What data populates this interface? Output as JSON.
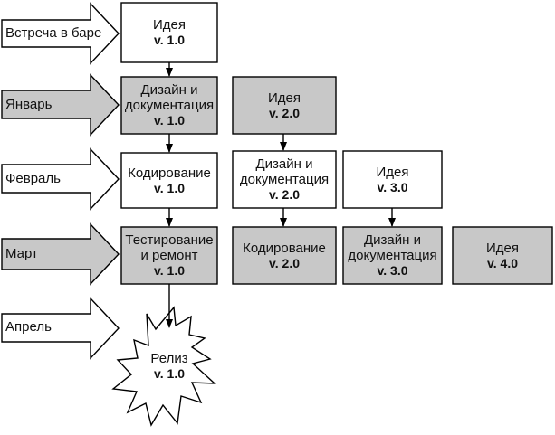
{
  "months": [
    {
      "label": "Встреча в баре",
      "shaded": false
    },
    {
      "label": "Январь",
      "shaded": true
    },
    {
      "label": "Февраль",
      "shaded": false
    },
    {
      "label": "Март",
      "shaded": true
    },
    {
      "label": "Апрель",
      "shaded": false
    }
  ],
  "boxes": {
    "idea_v1": {
      "title": "Идея",
      "version": "v. 1.0"
    },
    "design_v1": {
      "title1": "Дизайн и",
      "title2": "документация",
      "version": "v. 1.0"
    },
    "code_v1": {
      "title": "Кодирование",
      "version": "v. 1.0"
    },
    "test_v1": {
      "title1": "Тестирование",
      "title2": "и ремонт",
      "version": "v. 1.0"
    },
    "idea_v2": {
      "title": "Идея",
      "version": "v. 2.0"
    },
    "design_v2": {
      "title1": "Дизайн и",
      "title2": "документация",
      "version": "v. 2.0"
    },
    "code_v2": {
      "title": "Кодирование",
      "version": "v. 2.0"
    },
    "idea_v3": {
      "title": "Идея",
      "version": "v. 3.0"
    },
    "design_v3": {
      "title1": "Дизайн и",
      "title2": "документация",
      "version": "v. 3.0"
    },
    "idea_v4": {
      "title": "Идея",
      "version": "v. 4.0"
    }
  },
  "release": {
    "title": "Релиз",
    "version": "v. 1.0"
  },
  "colors": {
    "shaded": "#c8c8c8",
    "plain": "#ffffff",
    "stroke": "#000000"
  }
}
